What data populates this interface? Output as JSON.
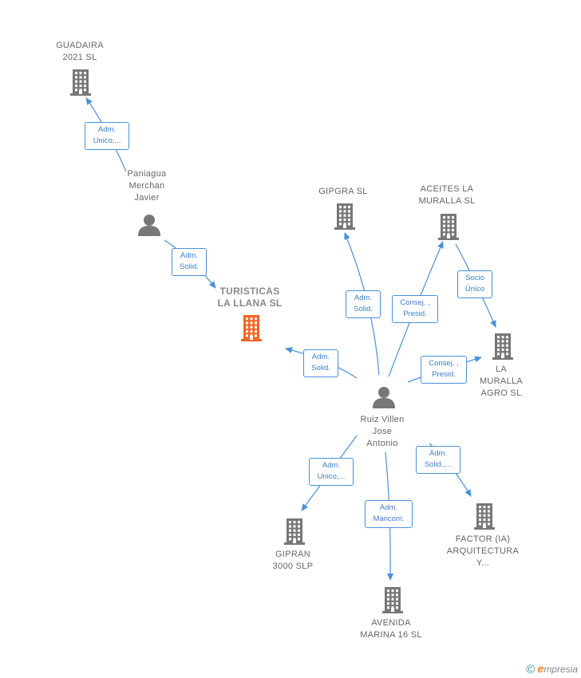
{
  "colors": {
    "edge": "#4a90d9",
    "node": "#777777",
    "highlight": "#f26522"
  },
  "nodes": {
    "guadaira": {
      "label": "GUADAIRA\n2021  SL",
      "icon": "building-icon"
    },
    "paniagua": {
      "label": "Paniagua\nMerchan\nJavier",
      "icon": "person-icon"
    },
    "turisticas": {
      "label": "TURISTICAS\nLA LLANA  SL",
      "icon": "building-icon"
    },
    "gipgra": {
      "label": "GIPGRA  SL",
      "icon": "building-icon"
    },
    "aceites": {
      "label": "ACEITES LA\nMURALLA SL",
      "icon": "building-icon"
    },
    "lamuralla": {
      "label": "LA\nMURALLA\nAGRO  SL",
      "icon": "building-icon"
    },
    "ruiz": {
      "label": "Ruiz Villen\nJose\nAntonio",
      "icon": "person-icon"
    },
    "gipran": {
      "label": "GIPRAN\n3000  SLP",
      "icon": "building-icon"
    },
    "avenida": {
      "label": "AVENIDA\nMARINA 16  SL",
      "icon": "building-icon"
    },
    "factor": {
      "label": "FACTOR (IA)\nARQUITECTURA\nY...",
      "icon": "building-icon"
    }
  },
  "edges": {
    "paniagua_guadaira": "Adm.\nUnico,...",
    "paniagua_turisticas": "Adm.\nSolid.",
    "ruiz_turisticas": "Adm.\nSolid.",
    "ruiz_gipgra": "Adm.\nSolid.",
    "ruiz_aceites": "Consej. ,\nPresid.",
    "aceites_lamuralla": "Socio\nÚnico",
    "ruiz_lamuralla": "Consej. ,\nPresid.",
    "ruiz_gipran": "Adm.\nUnico,...",
    "ruiz_avenida": "Adm.\nMancom.",
    "ruiz_factor": "Adm.\nSolid.,..."
  },
  "brand": {
    "symbol": "©",
    "e": "e",
    "rest": "mpresia"
  }
}
